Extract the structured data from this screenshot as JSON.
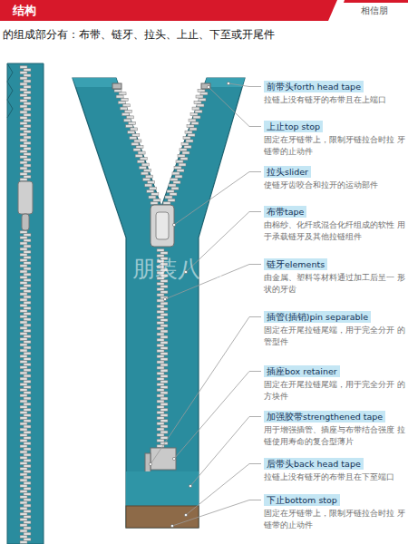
{
  "diagram": {
    "title": "结构",
    "nodes": [
      {
        "text": [
          "前带头forth head tape",
          "拉链上没有链牙的布带且在上端口"
        ]
      },
      {
        "text": [
          "上止top stop",
          "固定在牙链带上，限制牙链拉合时拉 牙链带的止动件"
        ]
      },
      {
        "text": [
          "拉头slider",
          "使链牙齿咬合和拉开的运动部件"
        ]
      },
      {
        "text": [
          "布带tape",
          "由棉纱、化纤或混合化纤组成的软性 用于承载链牙及其他拉链组件"
        ]
      },
      {
        "text": [
          "链牙elements",
          "由金属、塑料等材料通过加工后呈一 形状的牙齿"
        ]
      },
      {
        "text": [
          "插管(插销)pin separable",
          "固定在开尾拉链尾端，用于完全分开 的管型件"
        ]
      },
      {
        "text": [
          "插座box retainer",
          "固定在开尾拉链尾端，用于完全分开 的方块件"
        ]
      },
      {
        "text": [
          "加强胶带strengthened tape",
          "用于增强插管、插座与布带结合强度 拉链使用寿命的复合型薄片"
        ]
      },
      {
        "text": [
          "后带头back head tape",
          "拉链上没有链牙的布带且在下至端口"
        ]
      },
      {
        "text": [
          "下止bottom stop",
          "固定在牙链带上，限制牙链拉合时拉 牙链带的止动件"
        ]
      }
    ],
    "labels": [
      "相信朋",
      "的组成部分有：布带、链牙、拉头、上止、下至或开尾件",
      "朋装八场"
    ]
  }
}
